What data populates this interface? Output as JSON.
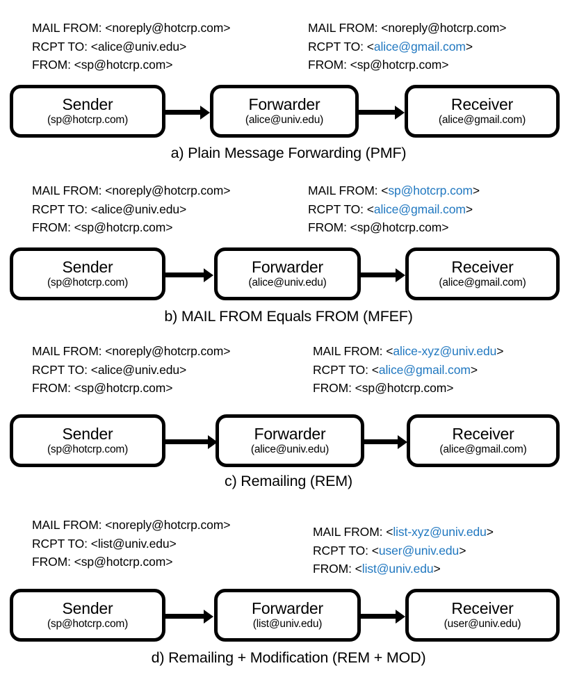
{
  "figure": {
    "accent_blue": "#2178c0",
    "text_black": "#000000",
    "background": "#ffffff"
  },
  "panels": [
    {
      "id": "pmf",
      "caption": "a) Plain Message Forwarding (PMF)",
      "inbound_headers": [
        {
          "label": "MAIL FROM: ",
          "open": "<",
          "value": "noreply@hotcrp.com",
          "close": ">",
          "highlight": false
        },
        {
          "label": "RCPT TO: ",
          "open": "<",
          "value": "alice@univ.edu",
          "close": ">",
          "highlight": false
        },
        {
          "label": "FROM: ",
          "open": "<",
          "value": "sp@hotcrp.com",
          "close": ">",
          "highlight": false
        }
      ],
      "outbound_headers": [
        {
          "label": "MAIL FROM: ",
          "open": "<",
          "value": "noreply@hotcrp.com",
          "close": ">",
          "highlight": false
        },
        {
          "label": "RCPT TO: ",
          "open": "<",
          "value": "alice@gmail.com",
          "close": ">",
          "highlight": true
        },
        {
          "label": "FROM: ",
          "open": "<",
          "value": "sp@hotcrp.com",
          "close": ">",
          "highlight": false
        }
      ],
      "nodes": [
        {
          "title": "Sender",
          "address": "(sp@hotcrp.com)"
        },
        {
          "title": "Forwarder",
          "address": "(alice@univ.edu)"
        },
        {
          "title": "Receiver",
          "address": "(alice@gmail.com)"
        }
      ]
    },
    {
      "id": "mfef",
      "caption": "b) MAIL FROM Equals FROM (MFEF)",
      "inbound_headers": [
        {
          "label": "MAIL FROM: ",
          "open": "<",
          "value": "noreply@hotcrp.com",
          "close": ">",
          "highlight": false
        },
        {
          "label": "RCPT TO: ",
          "open": "<",
          "value": "alice@univ.edu",
          "close": ">",
          "highlight": false
        },
        {
          "label": "FROM: ",
          "open": "<",
          "value": "sp@hotcrp.com",
          "close": ">",
          "highlight": false
        }
      ],
      "outbound_headers": [
        {
          "label": "MAIL FROM: ",
          "open": "<",
          "value": "sp@hotcrp.com",
          "close": ">",
          "highlight": true
        },
        {
          "label": "RCPT TO: ",
          "open": "<",
          "value": "alice@gmail.com",
          "close": ">",
          "highlight": true
        },
        {
          "label": "FROM: ",
          "open": "<",
          "value": "sp@hotcrp.com",
          "close": ">",
          "highlight": false
        }
      ],
      "nodes": [
        {
          "title": "Sender",
          "address": "(sp@hotcrp.com)"
        },
        {
          "title": "Forwarder",
          "address": "(alice@univ.edu)"
        },
        {
          "title": "Receiver",
          "address": "(alice@gmail.com)"
        }
      ]
    },
    {
      "id": "rem",
      "caption": "c) Remailing (REM)",
      "inbound_headers": [
        {
          "label": "MAIL FROM: ",
          "open": "<",
          "value": "noreply@hotcrp.com",
          "close": ">",
          "highlight": false
        },
        {
          "label": "RCPT TO: ",
          "open": "<",
          "value": "alice@univ.edu",
          "close": ">",
          "highlight": false
        },
        {
          "label": "FROM: ",
          "open": "<",
          "value": "sp@hotcrp.com",
          "close": ">",
          "highlight": false
        }
      ],
      "outbound_headers": [
        {
          "label": "MAIL FROM: ",
          "open": "<",
          "value": "alice-xyz@univ.edu",
          "close": ">",
          "highlight": true
        },
        {
          "label": "RCPT TO: ",
          "open": "<",
          "value": "alice@gmail.com",
          "close": ">",
          "highlight": true
        },
        {
          "label": "FROM: ",
          "open": "<",
          "value": "sp@hotcrp.com",
          "close": ">",
          "highlight": false
        }
      ],
      "nodes": [
        {
          "title": "Sender",
          "address": "(sp@hotcrp.com)"
        },
        {
          "title": "Forwarder",
          "address": "(alice@univ.edu)"
        },
        {
          "title": "Receiver",
          "address": "(alice@gmail.com)"
        }
      ]
    },
    {
      "id": "rem-mod",
      "caption": "d) Remailing + Modification (REM + MOD)",
      "inbound_headers": [
        {
          "label": "MAIL FROM: ",
          "open": "<",
          "value": "noreply@hotcrp.com",
          "close": ">",
          "highlight": false
        },
        {
          "label": "RCPT TO: ",
          "open": "<",
          "value": "list@univ.edu",
          "close": ">",
          "highlight": false
        },
        {
          "label": "FROM: ",
          "open": "<",
          "value": "sp@hotcrp.com",
          "close": ">",
          "highlight": false
        }
      ],
      "outbound_headers": [
        {
          "label": "MAIL FROM: ",
          "open": "<",
          "value": "list-xyz@univ.edu",
          "close": ">",
          "highlight": true
        },
        {
          "label": "RCPT TO: ",
          "open": "<",
          "value": "user@univ.edu",
          "close": ">",
          "highlight": true
        },
        {
          "label": "FROM: ",
          "open": "<",
          "value": "list@univ.edu",
          "close": ">",
          "highlight": true
        }
      ],
      "nodes": [
        {
          "title": "Sender",
          "address": "(sp@hotcrp.com)"
        },
        {
          "title": "Forwarder",
          "address": "(list@univ.edu)"
        },
        {
          "title": "Receiver",
          "address": "(user@univ.edu)"
        }
      ]
    }
  ]
}
